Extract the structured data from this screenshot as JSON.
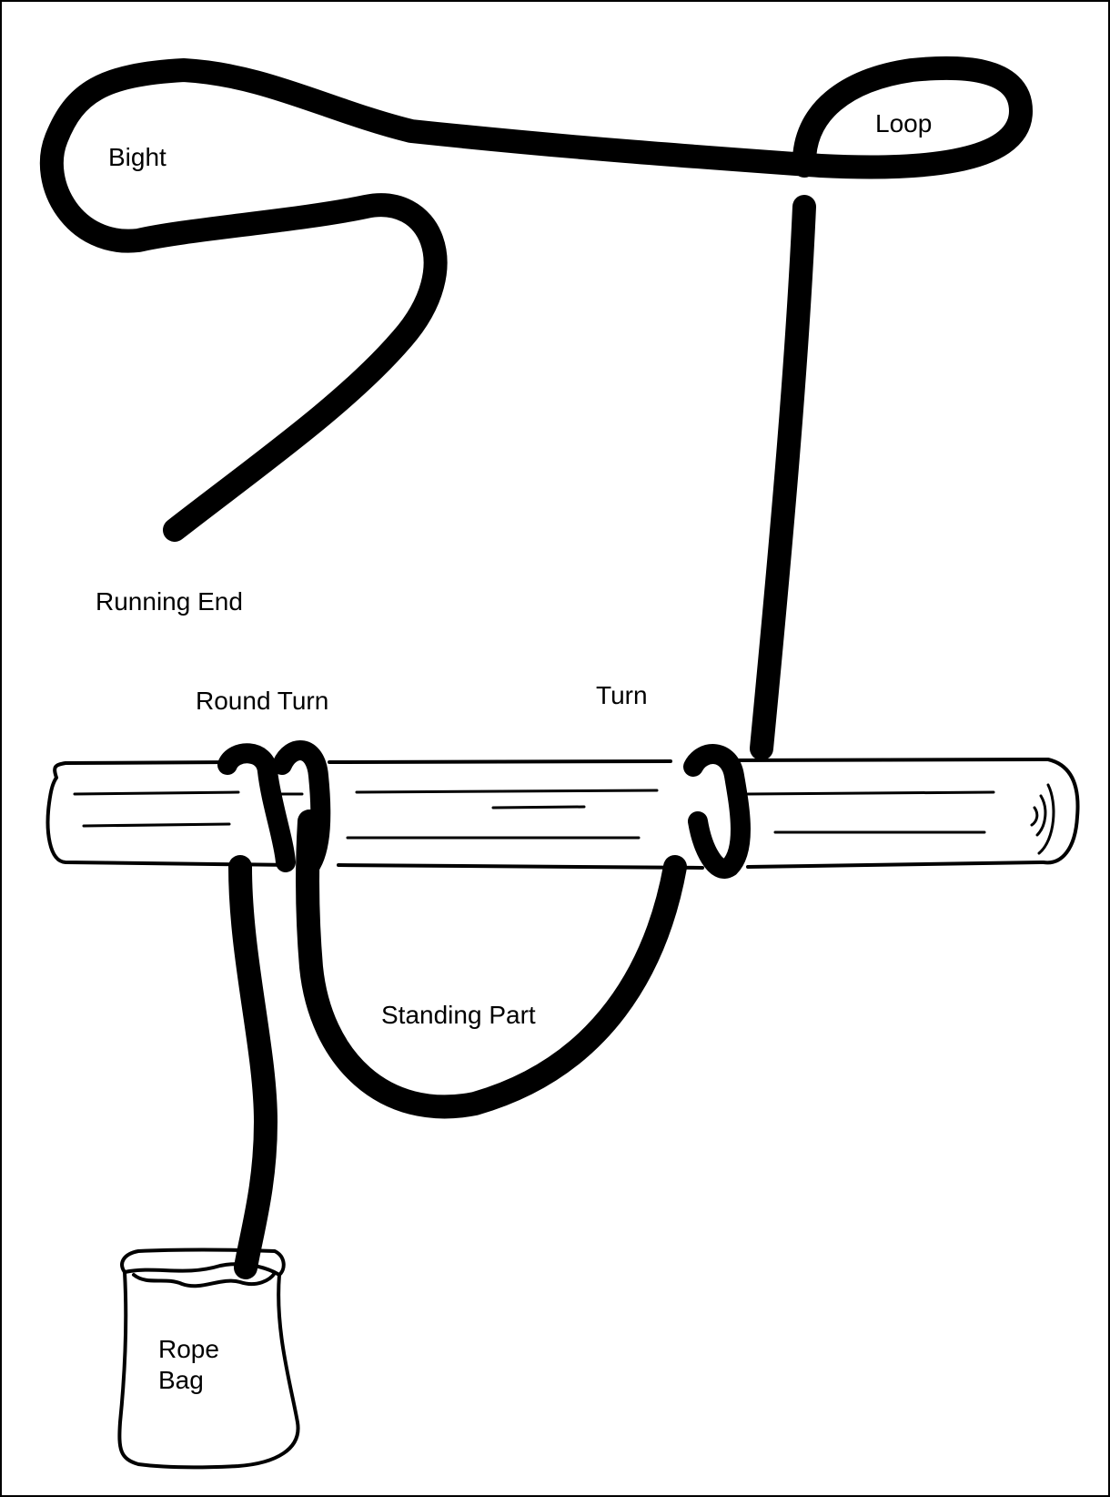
{
  "labels": {
    "bight": "Bight",
    "loop": "Loop",
    "running_end": "Running End",
    "round_turn": "Round Turn",
    "turn": "Turn",
    "standing_part": "Standing Part",
    "rope_bag_line1": "Rope",
    "rope_bag_line2": "Bag"
  },
  "colors": {
    "rope": "#000000",
    "outline": "#000000",
    "background": "#ffffff"
  }
}
